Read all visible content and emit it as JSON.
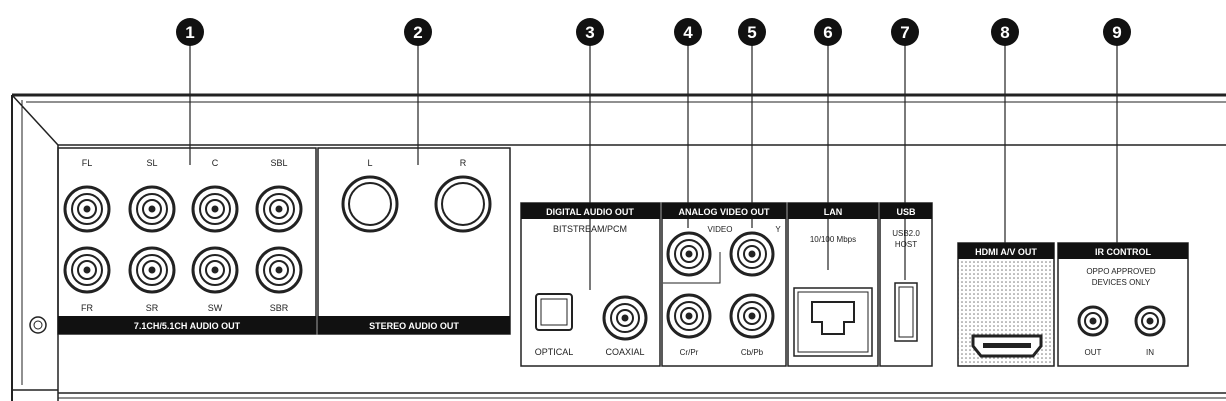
{
  "callouts": [
    "1",
    "2",
    "3",
    "4",
    "5",
    "6",
    "7",
    "8",
    "9"
  ],
  "audio_71": {
    "title": "7.1CH/5.1CH AUDIO OUT",
    "top_labels": [
      "FL",
      "SL",
      "C",
      "SBL"
    ],
    "bottom_labels": [
      "FR",
      "SR",
      "SW",
      "SBR"
    ]
  },
  "stereo": {
    "title": "STEREO AUDIO OUT",
    "labels": [
      "L",
      "R"
    ]
  },
  "digital": {
    "title": "DIGITAL AUDIO OUT",
    "subtitle": "BITSTREAM/PCM",
    "optical": "OPTICAL",
    "coaxial": "COAXIAL"
  },
  "analog_video": {
    "title": "ANALOG VIDEO OUT",
    "video": "VIDEO",
    "y": "Y",
    "cr": "Cr/Pr",
    "cb": "Cb/Pb"
  },
  "lan": {
    "title": "LAN",
    "speed": "10/100 Mbps"
  },
  "usb": {
    "title": "USB",
    "line1": "USB2.0",
    "line2": "HOST"
  },
  "hdmi": {
    "title": "HDMI A/V OUT"
  },
  "ir": {
    "title": "IR CONTROL",
    "line1": "OPPO APPROVED",
    "line2": "DEVICES ONLY",
    "out": "OUT",
    "in": "IN"
  }
}
